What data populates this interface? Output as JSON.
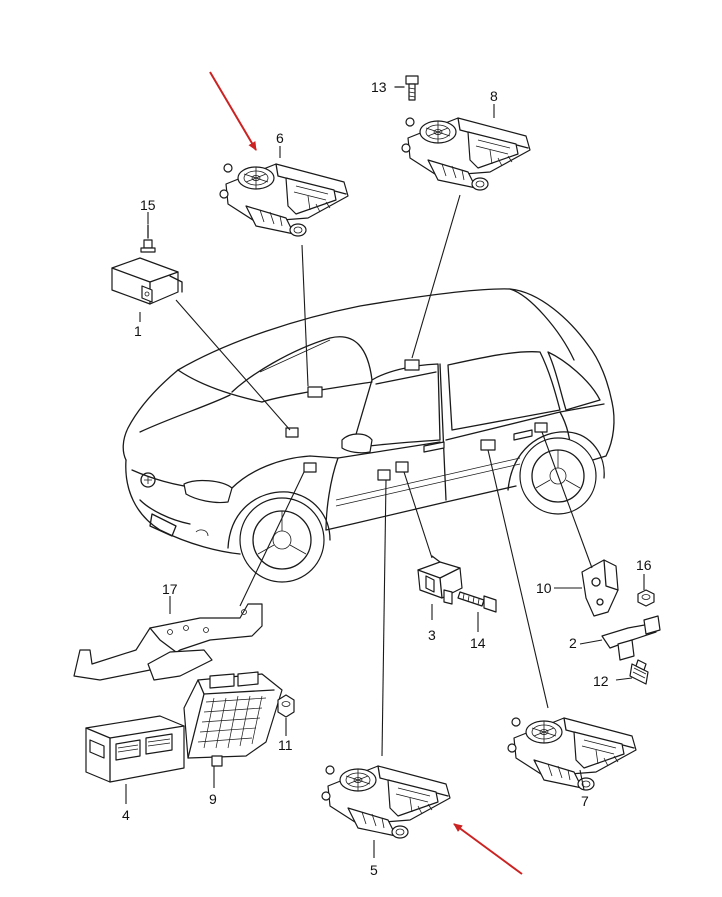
{
  "labels": {
    "p1": "1",
    "p2": "2",
    "p3": "3",
    "p4": "4",
    "p5": "5",
    "p6": "6",
    "p7": "7",
    "p8": "8",
    "p9": "9",
    "p10": "10",
    "p11": "11",
    "p12": "12",
    "p13": "13",
    "p14": "14",
    "p15": "15",
    "p16": "16",
    "p17": "17"
  },
  "colors": {
    "line": "#1a1a1a",
    "highlight_arrow": "#cc2222",
    "background": "#ffffff"
  }
}
